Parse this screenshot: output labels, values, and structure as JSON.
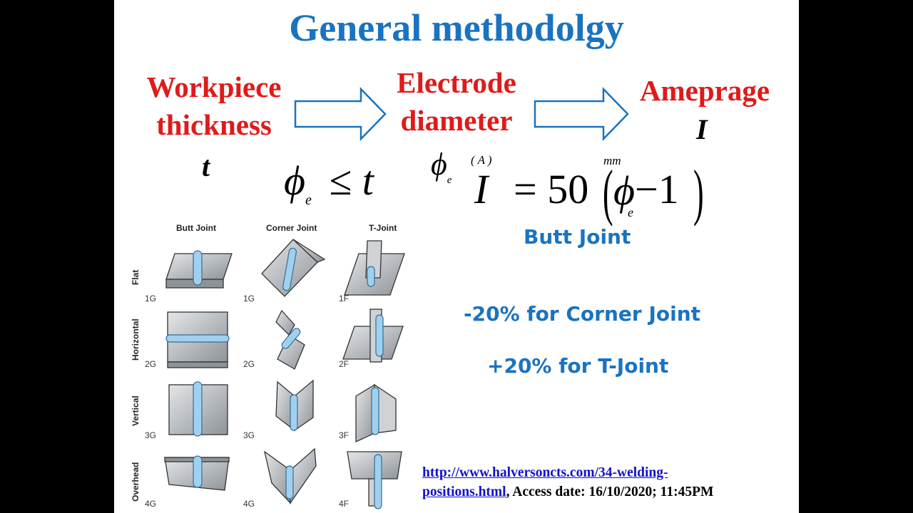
{
  "title": "General methodolgy",
  "flow": {
    "step1_line1": "Workpiece",
    "step1_line2": "thickness",
    "step1_symbol": "t",
    "step2_line1": "Electrode",
    "step2_line2": "diameter",
    "step2_symbol": "ϕ",
    "step2_symbol_sub": "e",
    "step2_unit": "( A )",
    "step3_label": "Ameprage",
    "step3_symbol": "I"
  },
  "formulas": {
    "rule_phi": "ϕ",
    "rule_sub": "e",
    "rule_rest": "≤ t",
    "current_lhs": "I",
    "current_eq": "= 50",
    "current_unit": "mm",
    "current_phi": "ϕ",
    "current_sub": "e",
    "current_minus": "−1"
  },
  "notes": {
    "butt": "Butt Joint",
    "corner": "-20% for Corner Joint",
    "tjoint": "+20% for T-Joint"
  },
  "figure": {
    "columns": [
      "Butt Joint",
      "Corner Joint",
      "T-Joint"
    ],
    "rows": [
      "Flat",
      "Horizontal",
      "Vertical",
      "Overhead"
    ],
    "codes": [
      [
        "1G",
        "1G",
        "1F"
      ],
      [
        "2G",
        "2G",
        "2F"
      ],
      [
        "3G",
        "3G",
        "3F"
      ],
      [
        "4G",
        "4G",
        "4F"
      ]
    ]
  },
  "reference": {
    "url_line1": "http://www.halversoncts.com/34-welding-",
    "url_line2": "positions.html",
    "access": ", Access date: 16/10/2020; 11:45PM"
  },
  "colors": {
    "title": "#1a73c0",
    "red": "#e01a1a",
    "note": "#1a73c0",
    "arrow": "#1a73c0",
    "bead": "#9fd0f0"
  }
}
